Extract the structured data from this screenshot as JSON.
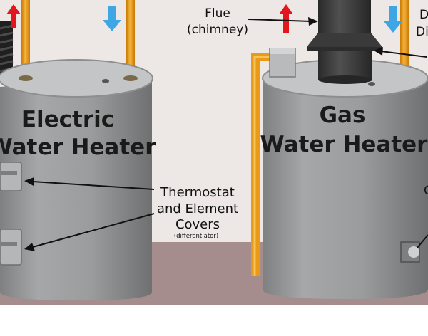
{
  "heaters": {
    "electric": {
      "line1": "Electric",
      "line2": "Water Heater"
    },
    "gas": {
      "line1": "Gas",
      "line2": "Water Heater"
    }
  },
  "callouts": {
    "flue": {
      "line1": "Flue",
      "line2": "(chimney)"
    },
    "draft_partial": {
      "line1": "D",
      "line2": "Di"
    },
    "covers": {
      "line1": "Thermostat",
      "line2": "and Element",
      "line3": "Covers",
      "note": "(differentiator)"
    },
    "gas_valve_partial": {
      "line1": "C"
    }
  },
  "colors": {
    "hot_arrow": "#e3161d",
    "cold_arrow": "#3fa6e6",
    "wall": "#ede7e5",
    "floor": "#a58d8d",
    "tank": "#9b9c9d",
    "pipe": "#e99a18",
    "flue": "#3a3a3a"
  }
}
